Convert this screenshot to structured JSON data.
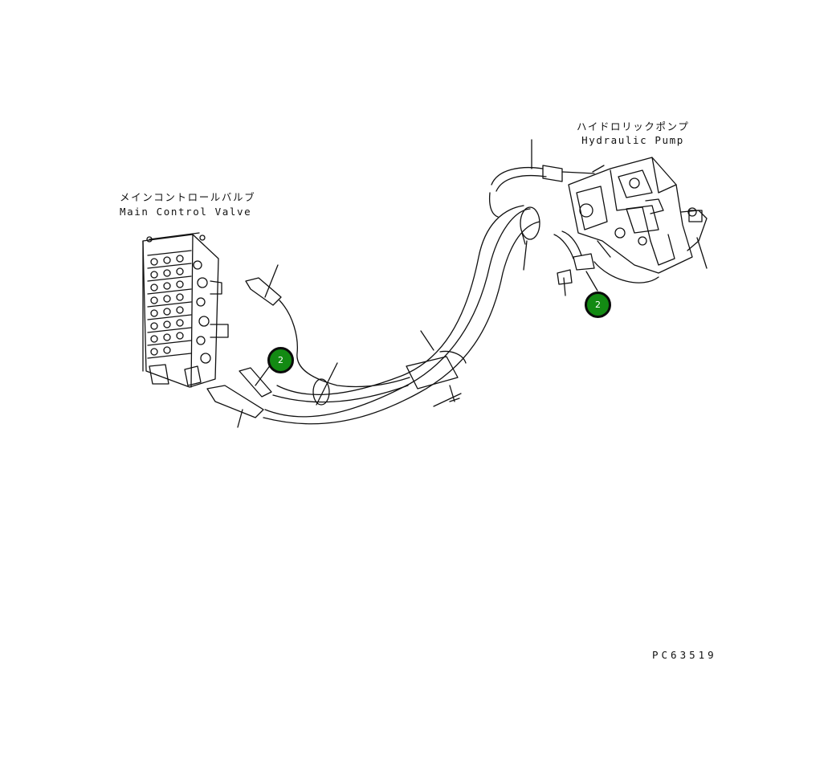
{
  "labels": {
    "valve_jp": "メインコントロールバルブ",
    "valve_en": "Main Control Valve",
    "pump_jp": "ハイドロリックポンプ",
    "pump_en": "Hydraulic Pump",
    "drawing_number": "PC63519"
  },
  "callouts": [
    {
      "number": "2"
    },
    {
      "number": "2"
    }
  ],
  "colors": {
    "line": "#111111",
    "callout_fill": "#138a13",
    "callout_border": "#0b0b0b",
    "callout_text": "#ffffff",
    "background": "#ffffff"
  }
}
